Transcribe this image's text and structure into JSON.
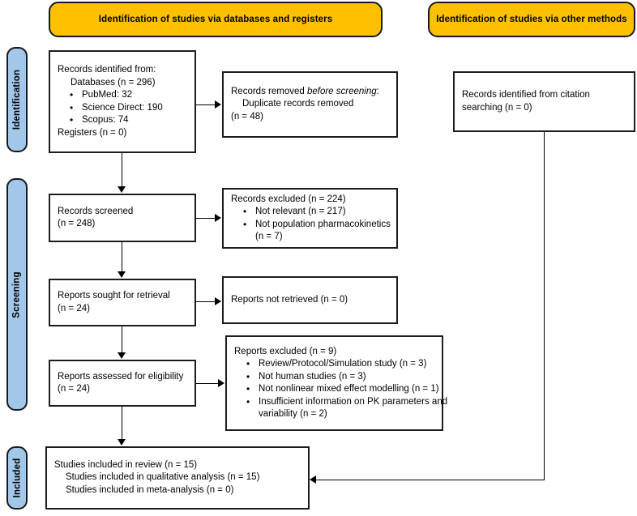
{
  "diagram": {
    "title": "PRISMA 2020 flow diagram",
    "colors": {
      "banner_fill": "#FFC000",
      "stage_fill": "#A3C7E8",
      "stroke": "#17181C",
      "box_fill": "#FFFFFF"
    }
  },
  "banners": {
    "databases": "Identification of studies via databases and registers",
    "other": "Identification of studies via other methods"
  },
  "stages": {
    "identification": "Identification",
    "screening": "Screening",
    "included": "Included"
  },
  "boxes": {
    "records_identified": {
      "line1": "Records identified from:",
      "line2": "Databases (n = 296)",
      "bullets": [
        "PubMed: 32",
        "Science Direct: 190",
        "Scopus: 74"
      ],
      "line3": "Registers (n = 0)"
    },
    "records_removed": {
      "line1_a": "Records removed ",
      "line1_b": "before screening",
      "line1_c": ":",
      "line2": "Duplicate records removed",
      "line3": "(n = 48)"
    },
    "citation_searching": {
      "line1": "Records identified from citation",
      "line2": "searching (n = 0)"
    },
    "records_screened": {
      "line1": "Records screened",
      "line2": "(n = 248)"
    },
    "records_excluded": {
      "line1": "Records excluded (n = 224)",
      "bullets": [
        "Not relevant (n = 217)",
        "Not population pharmacokinetics"
      ],
      "bullet2_cont": "(n = 7)"
    },
    "reports_sought": {
      "line1": "Reports sought for retrieval",
      "line2": "(n = 24)"
    },
    "reports_not_retrieved": {
      "line1": "Reports not retrieved (n = 0)"
    },
    "reports_assessed": {
      "line1": "Reports assessed for eligibility",
      "line2": "(n = 24)"
    },
    "reports_excluded": {
      "line1": "Reports excluded (n = 9)",
      "bullets": [
        "Review/Protocol/Simulation study (n = 3)",
        "Not human studies (n = 3)",
        "Not nonlinear mixed effect modelling (n = 1)",
        "Insufficient information on PK parameters and"
      ],
      "bullet4_cont": "variability (n = 2)"
    },
    "studies_included": {
      "line1": "Studies included in review (n = 15)",
      "line2": "Studies included in qualitative analysis (n = 15)",
      "line3": "Studies included in meta-analysis (n = 0)"
    }
  }
}
